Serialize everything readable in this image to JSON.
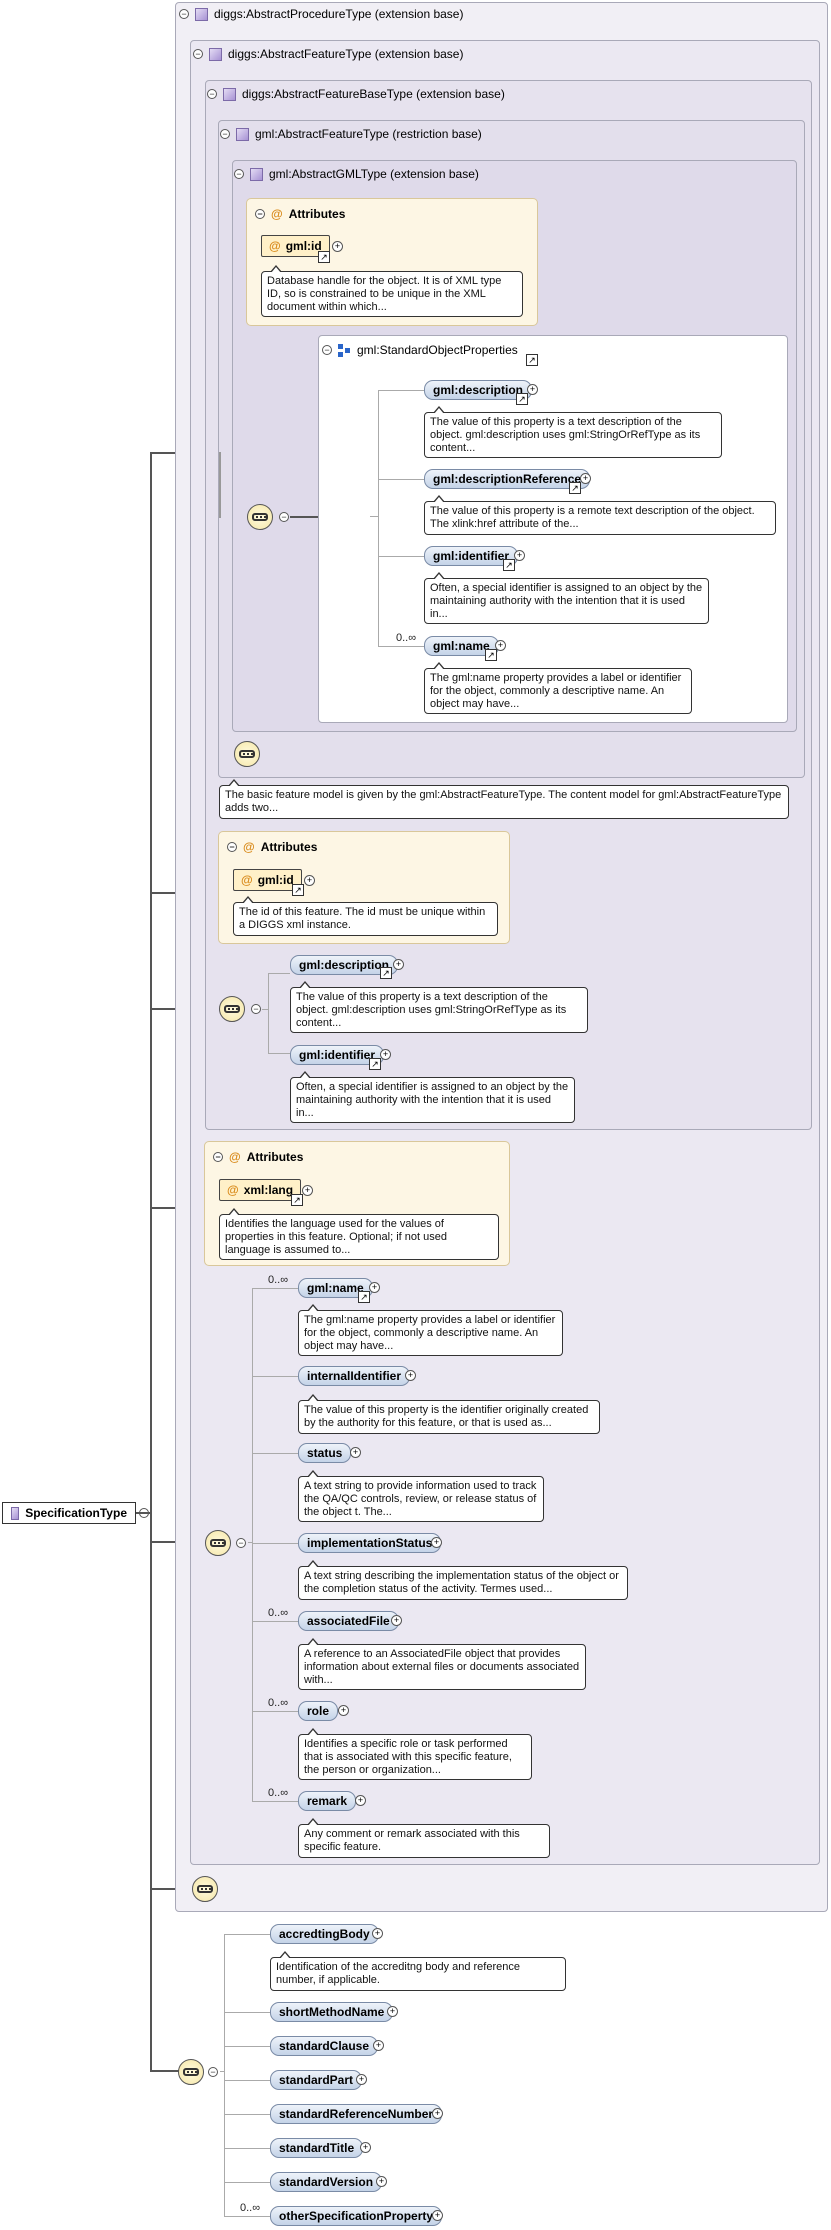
{
  "root": {
    "label": "SpecificationType"
  },
  "types": {
    "procedure": "diggs:AbstractProcedureType (extension base)",
    "feature": "diggs:AbstractFeatureType (extension base)",
    "featureBase": "diggs:AbstractFeatureBaseType (extension base)",
    "gmlFeature": "gml:AbstractFeatureType (restriction base)",
    "gmlGML": "gml:AbstractGMLType (extension base)"
  },
  "attributes_label": "Attributes",
  "gmlGML": {
    "attr": "gml:id",
    "attr_doc": "Database handle for the object. It is of XML type ID, so is constrained to be unique in the XML document within which...",
    "group": "gml:StandardObjectProperties",
    "elements": [
      {
        "label": "gml:description",
        "doc": "The value of this property is a text description of the object. gml:description uses gml:StringOrRefType as its content..."
      },
      {
        "label": "gml:descriptionReference",
        "doc": "The value of this property is a remote text description of the object. The xlink:href attribute of the..."
      },
      {
        "label": "gml:identifier",
        "doc": "Often, a special identifier is assigned to an object by the maintaining authority with the intention that it is used in..."
      },
      {
        "label": "gml:name",
        "doc": "The gml:name property provides a label or identifier for the object, commonly a descriptive name. An object may have...",
        "card": "0..∞"
      }
    ]
  },
  "gmlFeature_doc": "The basic feature model is given by the gml:AbstractFeatureType. The content model for gml:AbstractFeatureType adds two...",
  "featureBase": {
    "attr": "gml:id",
    "attr_doc": "The id of this feature. The id must be unique within a DIGGS xml instance.",
    "elements": [
      {
        "label": "gml:description",
        "doc": "The value of this property is a text description of the object. gml:description uses gml:StringOrRefType as its content..."
      },
      {
        "label": "gml:identifier",
        "doc": "Often, a special identifier is assigned to an object by the maintaining authority with the intention that it is used in..."
      }
    ]
  },
  "feature": {
    "attr": "xml:lang",
    "attr_doc": "Identifies the language used for the values of properties in this feature. Optional; if not used language is assumed to...",
    "elements": [
      {
        "label": "gml:name",
        "card": "0..∞",
        "doc": "The gml:name property provides a label or identifier for the object, commonly a descriptive name. An object may have..."
      },
      {
        "label": "internalIdentifier",
        "doc": "The value of this property is the identifier originally created by the authority for this feature, or that is used as..."
      },
      {
        "label": "status",
        "doc": "A text string to provide information used to track the QA/QC controls, review, or release status of the object t. The..."
      },
      {
        "label": "implementationStatus",
        "doc": "A text string describing the implementation status of the object or the completion status of the activity. Termes used..."
      },
      {
        "label": "associatedFile",
        "card": "0..∞",
        "doc": "A reference to an AssociatedFile object that provides information about external files or documents associated with..."
      },
      {
        "label": "role",
        "card": "0..∞",
        "doc": "Identifies a specific role or task performed that is associated with this specific feature, the person or organization..."
      },
      {
        "label": "remark",
        "card": "0..∞",
        "doc": "Any comment or remark associated with this specific feature."
      }
    ]
  },
  "specification": {
    "elements": [
      {
        "label": "accredtingBody",
        "doc": "Identification of the accreditng body and reference number, if applicable."
      },
      {
        "label": "shortMethodName"
      },
      {
        "label": "standardClause"
      },
      {
        "label": "standardPart"
      },
      {
        "label": "standardReferenceNumber"
      },
      {
        "label": "standardTitle"
      },
      {
        "label": "standardVersion"
      },
      {
        "label": "otherSpecificationProperty",
        "card": "0..∞"
      }
    ]
  },
  "glyphs": {
    "minus": "−",
    "plus": "+",
    "link": "↗"
  }
}
